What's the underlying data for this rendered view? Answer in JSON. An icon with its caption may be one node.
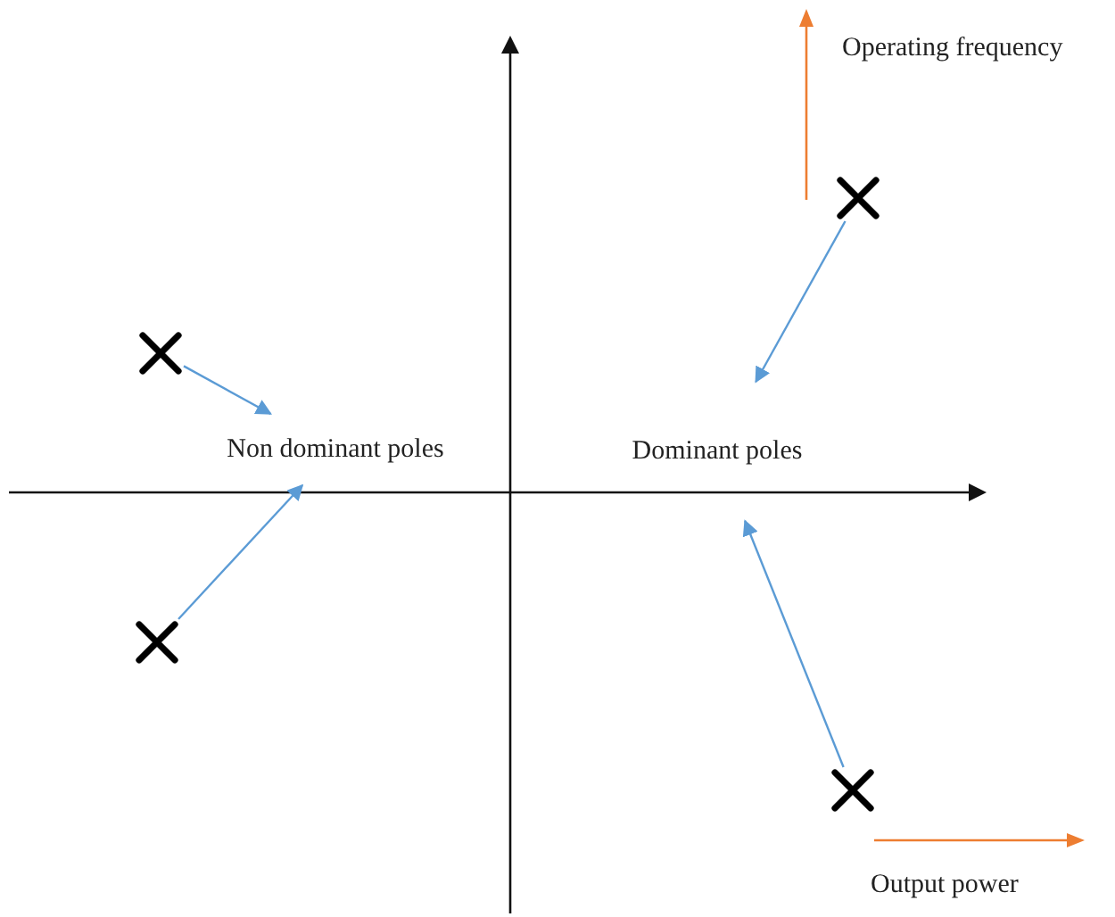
{
  "diagram": {
    "nodes": [
      {
        "text": [],
        "shape": "cross"
      },
      {
        "text": [],
        "shape": "cross"
      },
      {
        "text": [
          "Non dominant poles"
        ]
      },
      {
        "text": [
          "Dominant poles"
        ]
      },
      {
        "text": [],
        "shape": "cross"
      },
      {
        "text": [],
        "shape": "cross"
      }
    ],
    "edges": [
      {
        "from": 1,
        "to": 2,
        "arrow": "to"
      },
      {
        "from": 4,
        "to": 2,
        "arrow": "to"
      },
      {
        "from": 0,
        "to": 3,
        "arrow": "to"
      },
      {
        "from": 5,
        "to": 3,
        "arrow": "to"
      }
    ],
    "labels": [
      "Operating frequency",
      "Output power"
    ]
  }
}
